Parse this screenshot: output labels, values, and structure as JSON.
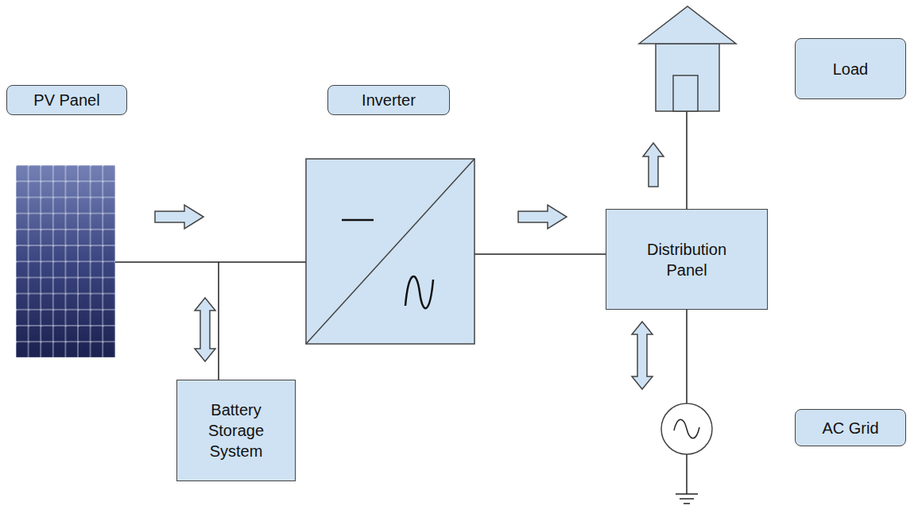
{
  "diagram": {
    "nodes": [
      {
        "text": [
          "PV Panel"
        ]
      },
      {
        "text": [
          "Inverter"
        ]
      },
      {
        "text": [
          "Load"
        ]
      },
      {
        "text": [
          "Distribution Panel"
        ]
      },
      {
        "text": [
          "Battery Storage System"
        ]
      },
      {
        "text": [
          "AC Grid"
        ]
      }
    ]
  }
}
